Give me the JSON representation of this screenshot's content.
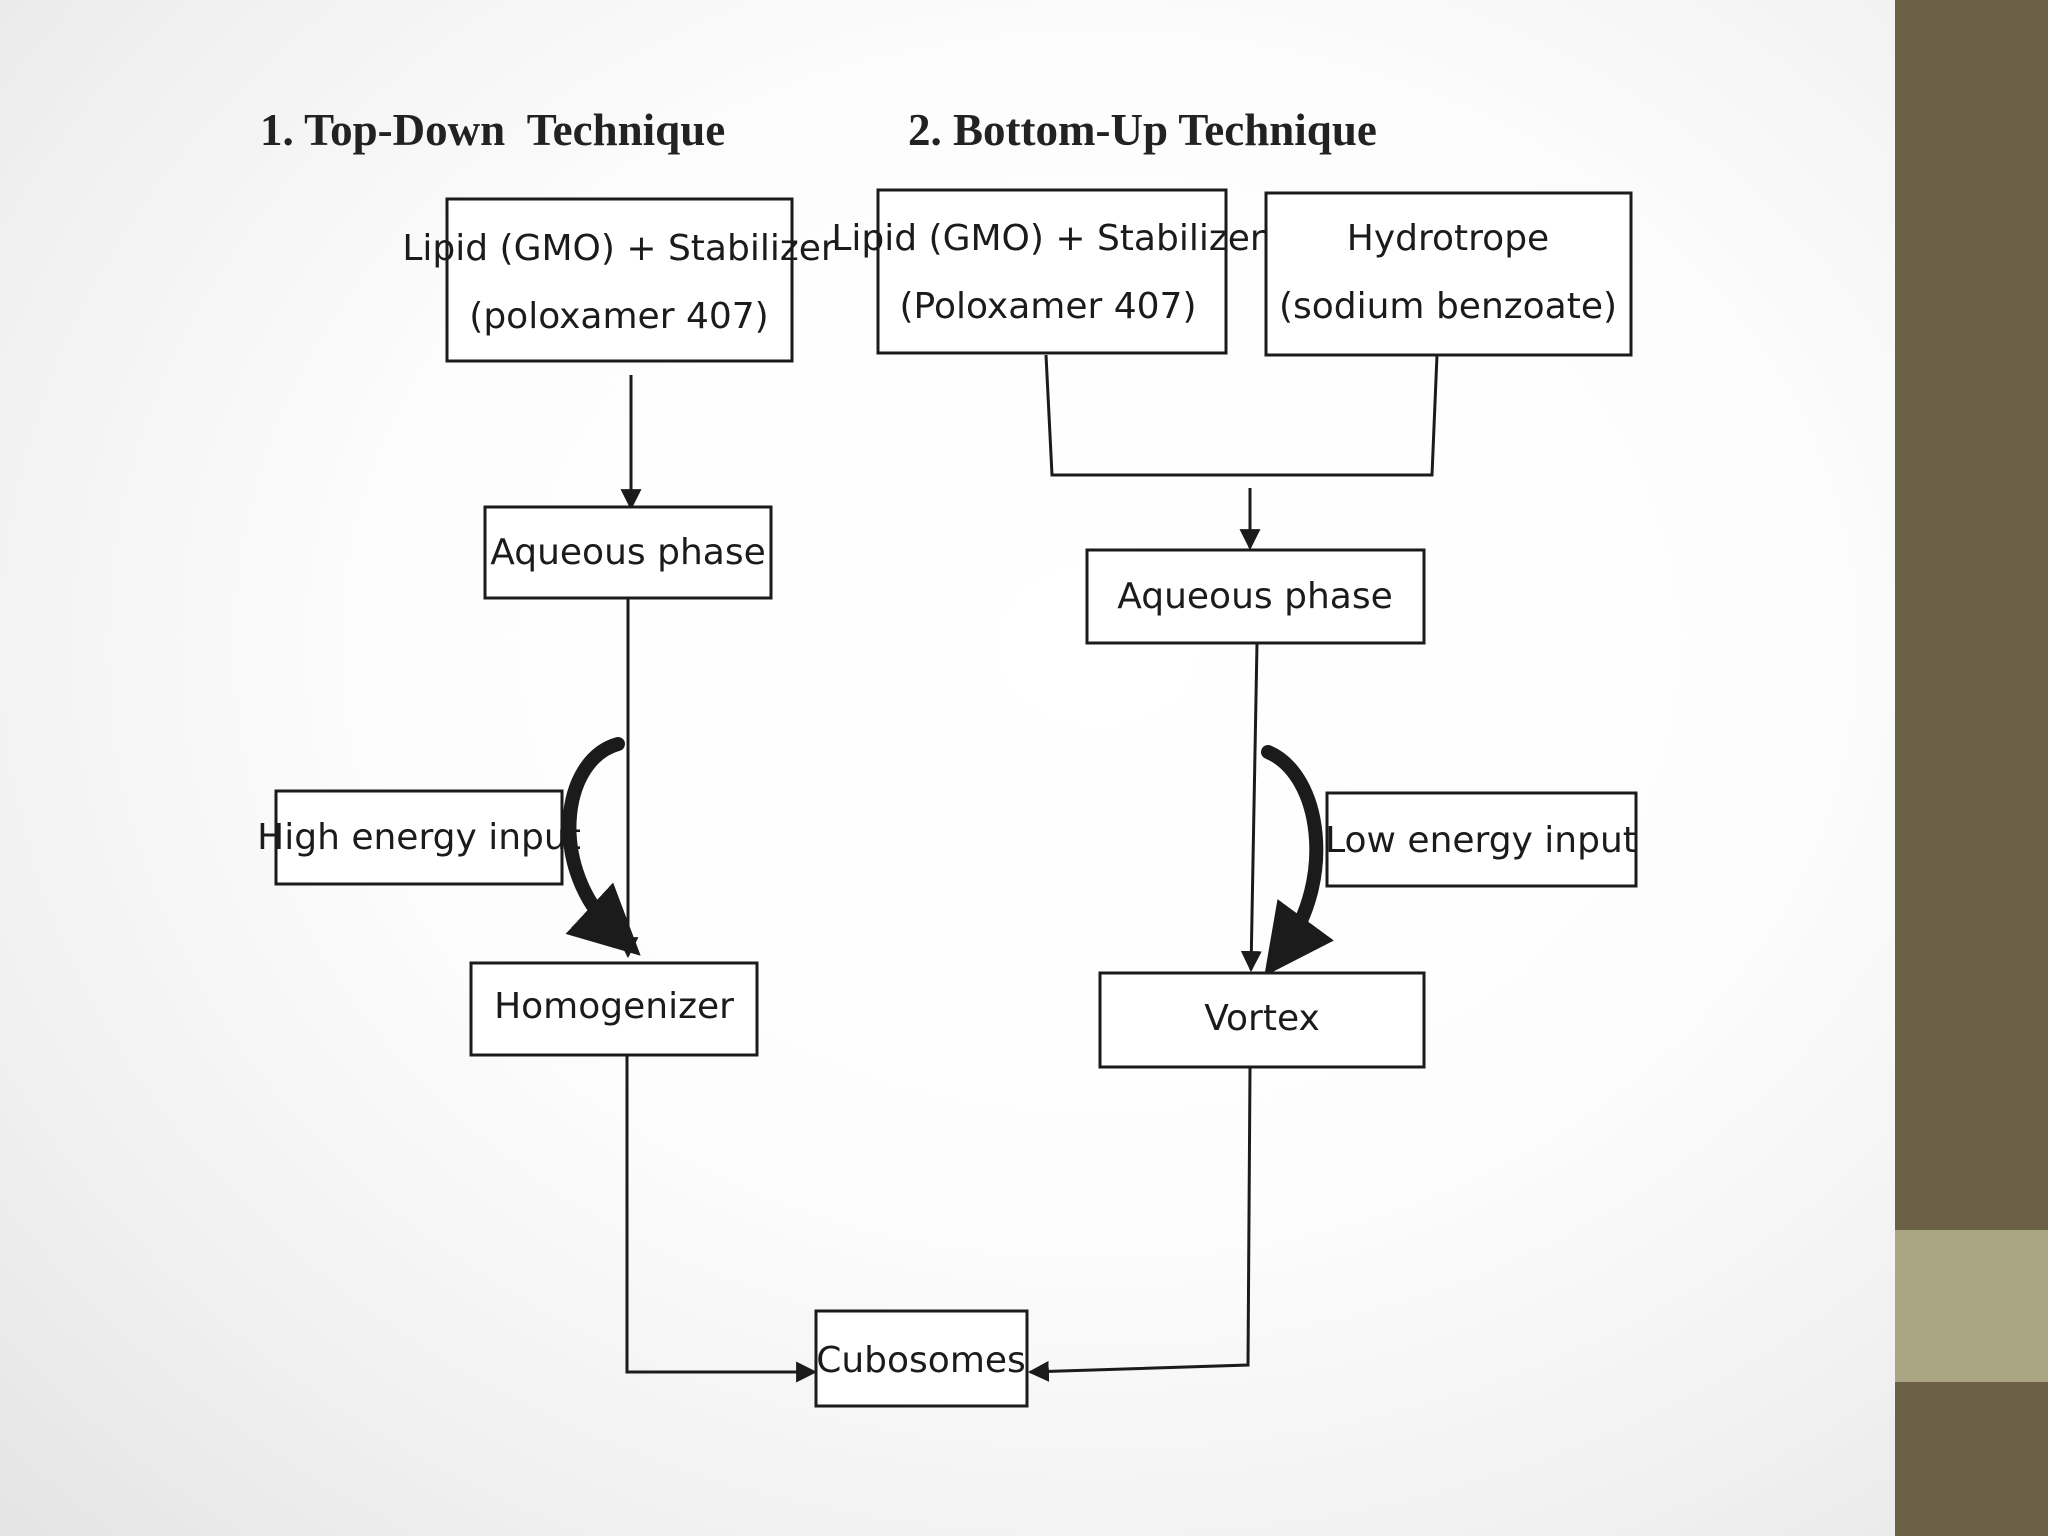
{
  "headings": {
    "top_down": "1. Top-Down  Technique",
    "bottom_up": "2. Bottom-Up Technique"
  },
  "nodes": {
    "td_lipid": {
      "line1": "Lipid (GMO) + Stabilizer",
      "line2": "(poloxamer 407)"
    },
    "td_aqueous": {
      "label": "Aqueous phase"
    },
    "td_energy": {
      "label": "High energy input"
    },
    "td_homogenizer": {
      "label": "Homogenizer"
    },
    "bu_lipid": {
      "line1": "Lipid (GMO) + Stabilizer",
      "line2": "(Poloxamer 407)"
    },
    "bu_hydrotrope": {
      "line1": "Hydrotrope",
      "line2": "(sodium benzoate)"
    },
    "bu_aqueous": {
      "label": "Aqueous phase"
    },
    "bu_energy": {
      "label": "Low energy input"
    },
    "bu_vortex": {
      "label": "Vortex"
    },
    "cubosomes": {
      "label": "Cubosomes"
    }
  },
  "colors": {
    "sidebar_dark": "#6b5f45",
    "sidebar_light": "#aaa583",
    "heading_text": "#222222",
    "diagram_line": "#1b1b1b"
  }
}
